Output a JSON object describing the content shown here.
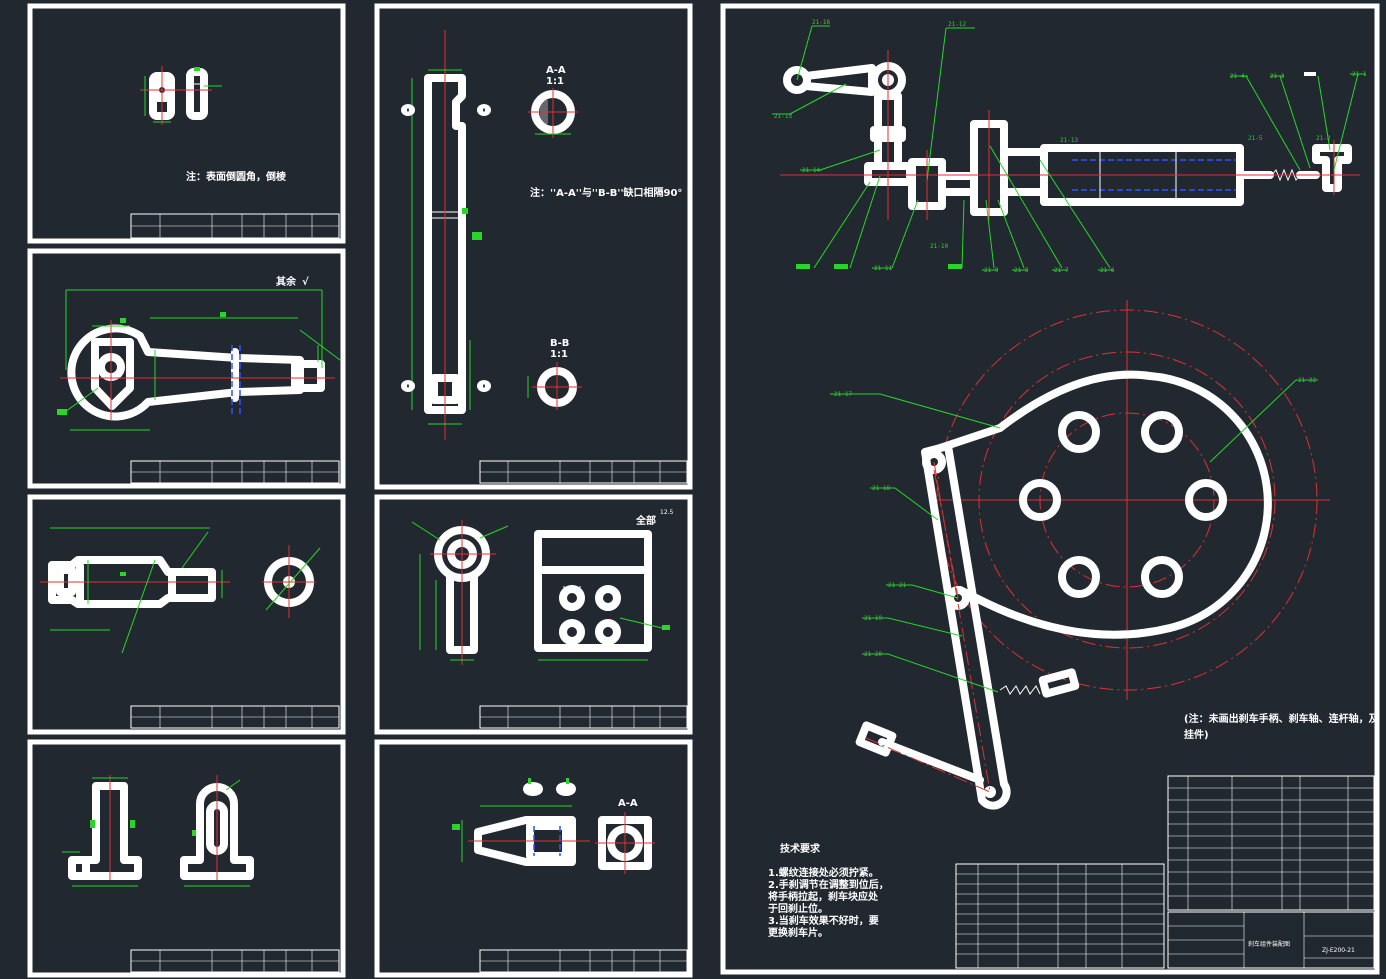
{
  "sheets": {
    "s1": {
      "note": "注：表面倒圆角，倒棱"
    },
    "s2": {
      "note": "其余",
      "roughness": "√"
    },
    "s3": {},
    "s4": {
      "note": "全部",
      "roughness": "12.5"
    },
    "s5": {
      "note": "注：''A-A''与''B-B''缺口相隔90°",
      "section_a": "A-A",
      "section_a_scale": "1:1",
      "section_b": "B-B",
      "section_b_scale": "1:1"
    },
    "s6": {},
    "s7": {},
    "s8": {
      "section": "A-A"
    },
    "main": {
      "callouts_top": [
        "21-16",
        "21-15",
        "21-14",
        "21-13",
        "21-12",
        "21-11",
        "21-10",
        "21-9",
        "21-8",
        "21-7",
        "21-6",
        "21-5",
        "21-4",
        "21-3",
        "21-2",
        "21-1"
      ],
      "callouts_bottom": [
        "21-17",
        "21-18",
        "21-21",
        "21-19",
        "21-20",
        "21-22"
      ],
      "note_line1": "(注：未画出刹车手柄、刹车轴、连杆轴，及",
      "note_line2": "挂件)",
      "tech_title": "技术要求",
      "tech_items": [
        "1.螺纹连接处必须拧紧。",
        "2.手刹调节在调整到位后，",
        "  将手柄拉起，刹车块应处",
        "  于回刹止位。",
        "3.当刹车效果不好时，要",
        "  更换刹车片。"
      ],
      "title_block_name": "刹车组件装配图",
      "title_block_code": "ZJ-E200-21"
    }
  }
}
